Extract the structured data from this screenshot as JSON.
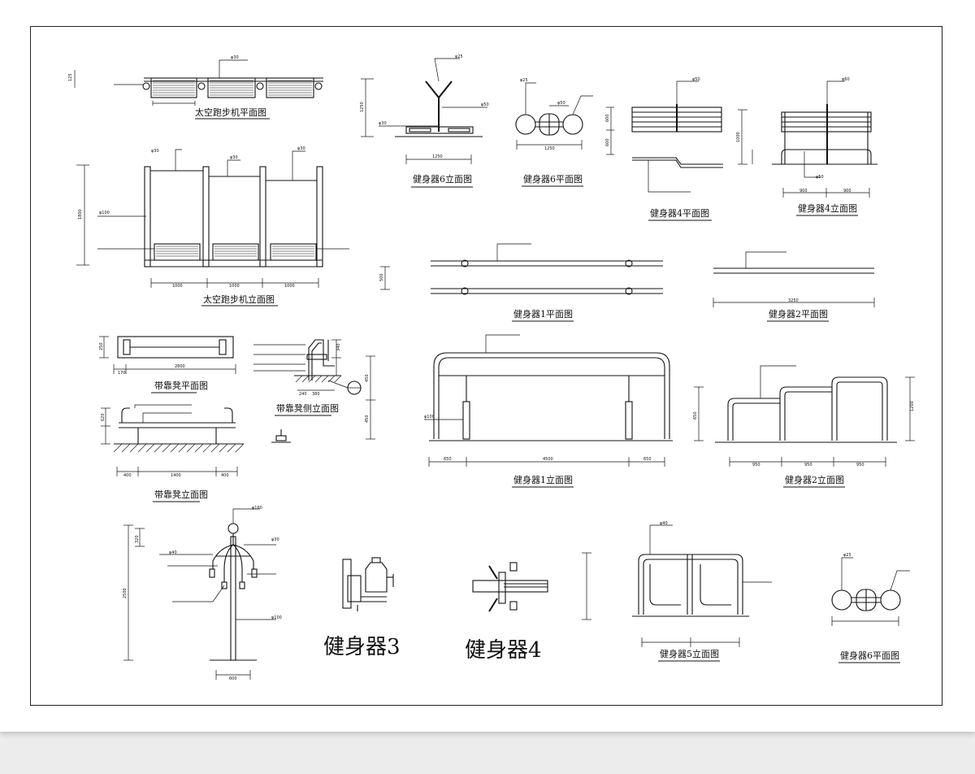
{
  "titles": {
    "treadmill_plan": "太空跑步机平面图",
    "treadmill_elev": "太空跑步机立面图",
    "e6_elev": "健身器6立面图",
    "e6_plan": "健身器6平面图",
    "e4_plan": "健身器4平面图",
    "e4_elev": "健身器4立面图",
    "e1_plan": "健身器1平面图",
    "e2_plan": "健身器2平面图",
    "e1_elev": "健身器1立面图",
    "e2_elev": "健身器2立面图",
    "bench_plan": "带靠凳平面图",
    "bench_side": "带靠凳侧立面图",
    "bench_elev": "带靠凳立面图",
    "e5_elev": "健身器5立面图",
    "e6_plan_b": "健身器6平面图",
    "e3_label": "健身器3",
    "e4_label": "健身器4"
  },
  "dims": {
    "d125": "125",
    "d1000a": "1000",
    "d1000b": "1000",
    "d1000c": "1000",
    "d1800": "1800",
    "d1250a": "1250",
    "d1250b": "1250",
    "d1250c": "1250",
    "d600a": "600",
    "d600b": "600",
    "d900a": "900",
    "d900b": "900",
    "d3250": "3250",
    "d4500": "4500",
    "d450a": "450",
    "d450b": "450",
    "d650a": "650",
    "d650b": "650",
    "d950a": "950",
    "d950b": "950",
    "d950c": "950",
    "d1400": "1400",
    "d400a": "400",
    "d400b": "400",
    "d2800": "2800",
    "d170": "170",
    "d250": "250",
    "d340": "340",
    "d500": "500",
    "d380": "380",
    "d620": "620",
    "d2500": "2500",
    "d320": "320",
    "d240": "240",
    "d600c": "600",
    "d1000v": "1000",
    "d1200v": "1200",
    "d650v": "650"
  },
  "notes": {
    "phi30a": "φ30",
    "phi30b": "φ30",
    "phi30c": "φ30",
    "phi30d": "φ30",
    "phi100a": "φ100",
    "phi160": "φ160",
    "phi40a": "φ40",
    "phi40b": "φ40",
    "phi30e": "φ30",
    "phi100b": "φ100",
    "phi25a": "φ25",
    "phi25b": "φ25",
    "phi25c": "φ25",
    "phi50a": "φ50",
    "phi50b": "φ50",
    "phi50c": "φ50",
    "phi30f": "φ30",
    "phi100c": "φ100",
    "phi60a": "φ60",
    "phi50d": "φ50"
  }
}
